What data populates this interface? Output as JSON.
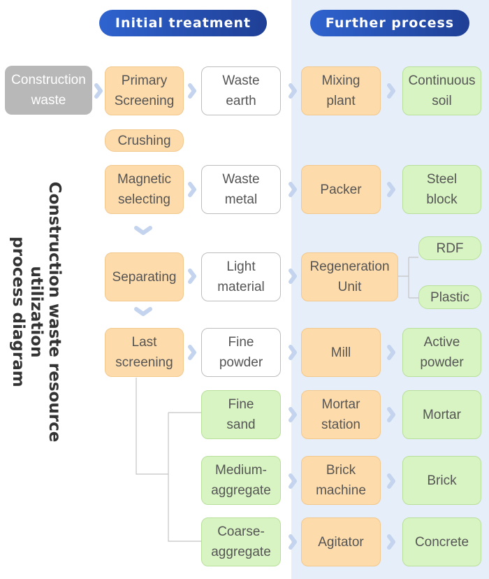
{
  "headers": {
    "left": "Initial treatment",
    "right": "Further process"
  },
  "title": {
    "line1": "Construction waste resource utilization",
    "line2": "process diagram"
  },
  "source": "Construction\nwaste",
  "boxes": {
    "primary_screening": "Primary\nScreening",
    "crushing": "Crushing",
    "magnetic_selecting": "Magnetic\nselecting",
    "separating": "Separating",
    "last_screening": "Last\nscreening",
    "waste_earth": "Waste\nearth",
    "waste_metal": "Waste\nmetal",
    "light_material": "Light\nmaterial",
    "fine_powder": "Fine\npowder",
    "fine_sand": "Fine\nsand",
    "medium_aggregate": "Medium-\naggregate",
    "coarse_aggregate": "Coarse-\naggregate",
    "mixing_plant": "Mixing\nplant",
    "packer": "Packer",
    "regeneration_unit": "Regeneration\nUnit",
    "mill": "Mill",
    "mortar_station": "Mortar\nstation",
    "brick_machine": "Brick\nmachine",
    "agitator": "Agitator",
    "continuous_soil": "Continuous\nsoil",
    "steel_block": "Steel\nblock",
    "rdf": "RDF",
    "plastic": "Plastic",
    "active_powder": "Active\npowder",
    "mortar": "Mortar",
    "brick": "Brick",
    "concrete": "Concrete"
  },
  "colors": {
    "process": "#fedbaa",
    "material": "#ffffff",
    "product": "#d8f4c2",
    "source": "#b8b8b8",
    "header": "#2f63cf",
    "panel": "#e6eef9",
    "arrow": "#c4d4ee"
  }
}
